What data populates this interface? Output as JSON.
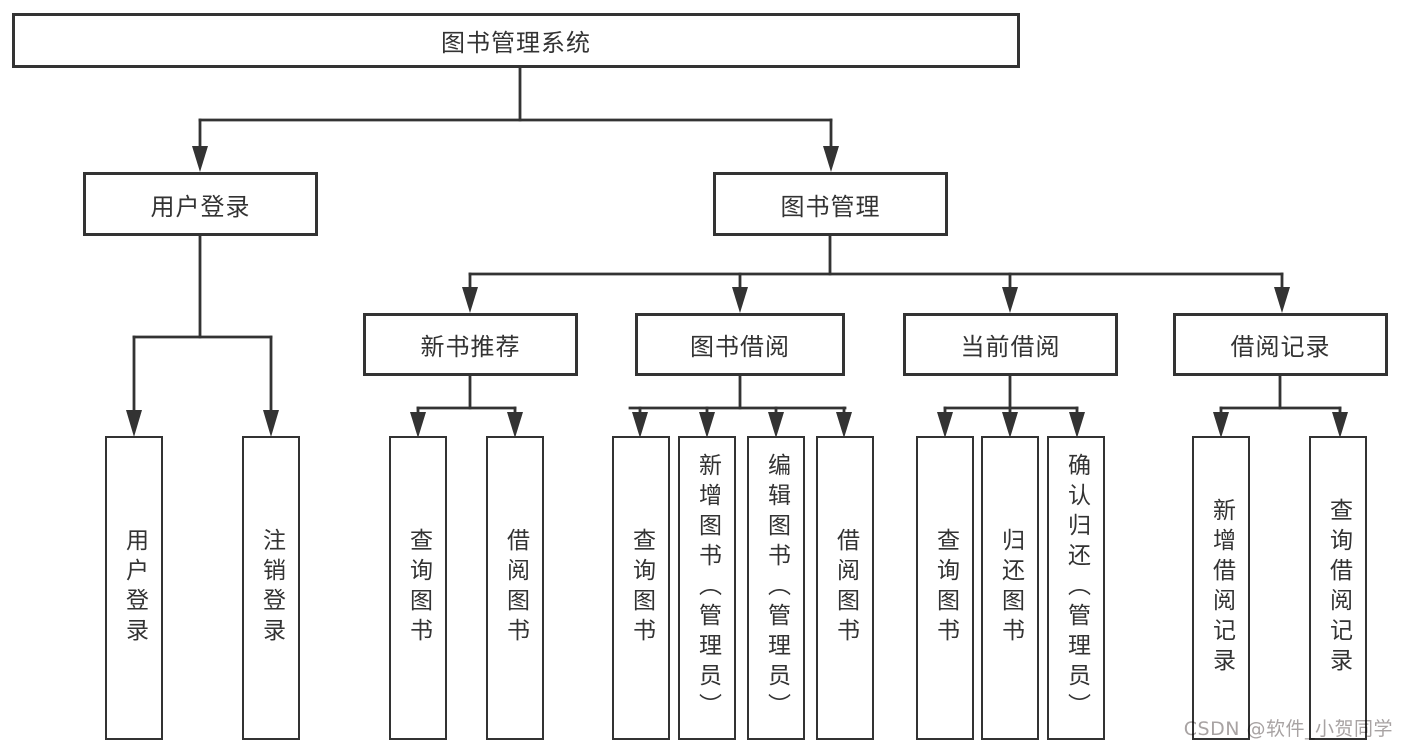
{
  "colors": {
    "line": "#333333",
    "text": "#333333",
    "box_background": "#ffffff",
    "watermark": "#a8a3a3"
  },
  "watermark": "CSDN @软件_小贺同学",
  "tree": {
    "root": "图书管理系统",
    "branches": [
      {
        "label": "用户登录",
        "children": [
          "用户登录",
          "注销登录"
        ]
      },
      {
        "label": "图书管理",
        "groups": [
          {
            "label": "新书推荐",
            "children": [
              "查询图书",
              "借阅图书"
            ]
          },
          {
            "label": "图书借阅",
            "children": [
              "查询图书",
              "新增图书（管理员）",
              "编辑图书（管理员）",
              "借阅图书"
            ]
          },
          {
            "label": "当前借阅",
            "children": [
              "查询图书",
              "归还图书",
              "确认归还（管理员）"
            ]
          },
          {
            "label": "借阅记录",
            "children": [
              "新增借阅记录",
              "查询借阅记录"
            ]
          }
        ]
      }
    ]
  }
}
